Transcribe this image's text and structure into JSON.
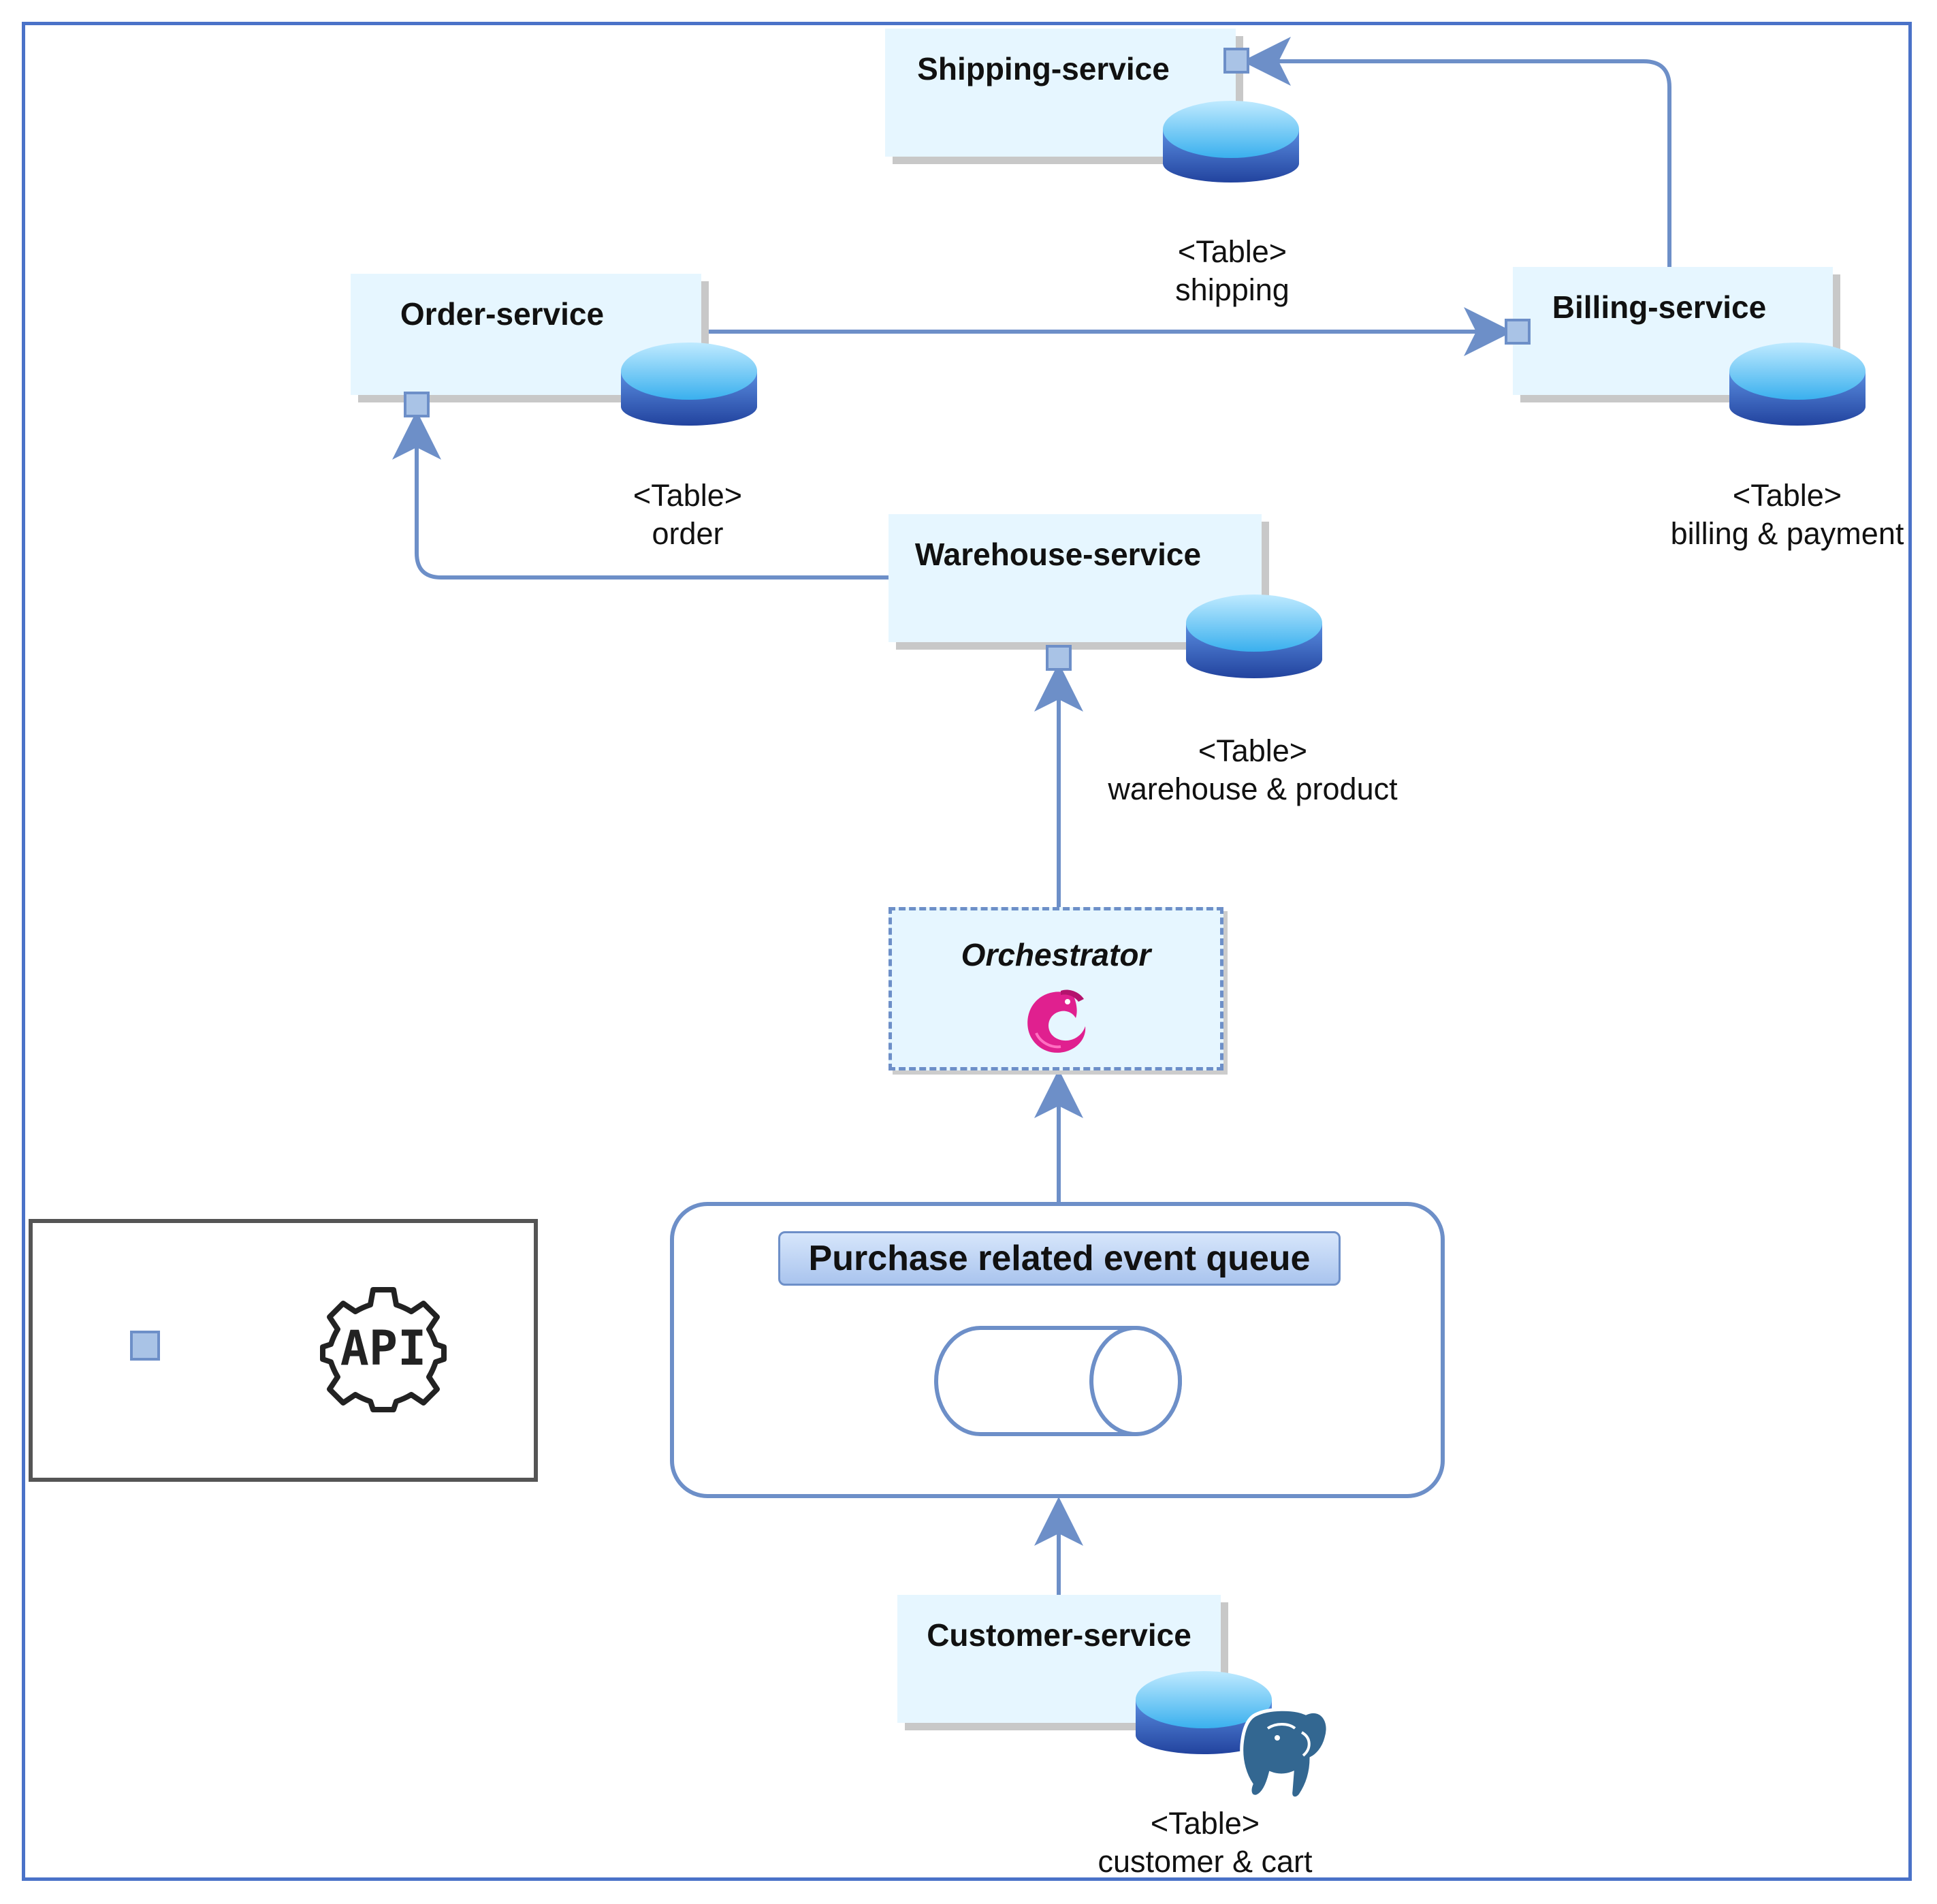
{
  "diagram": {
    "services": {
      "shipping": {
        "title": "Shipping-service",
        "table_tag": "<Table>",
        "table_name": "shipping"
      },
      "order": {
        "title": "Order-service",
        "table_tag": "<Table>",
        "table_name": "order"
      },
      "billing": {
        "title": "Billing-service",
        "table_tag": "<Table>",
        "table_name": "billing & payment"
      },
      "warehouse": {
        "title": "Warehouse-service",
        "table_tag": "<Table>",
        "table_name": "warehouse & product"
      },
      "customer": {
        "title": "Customer-service",
        "table_tag": "<Table>",
        "table_name": "customer & cart"
      }
    },
    "orchestrator": {
      "title": "Orchestrator",
      "icon": "reactive-x-icon"
    },
    "queue": {
      "title": "Purchase related event queue",
      "icon": "queue-cylinder-icon"
    },
    "legend": {
      "api_label": "API"
    },
    "colors": {
      "frame": "#4a72c8",
      "service_fill": "#e6f6ff",
      "connector": "#6d8fc8",
      "database_top": "#55bff0",
      "database_body": "#2a4fae"
    }
  }
}
